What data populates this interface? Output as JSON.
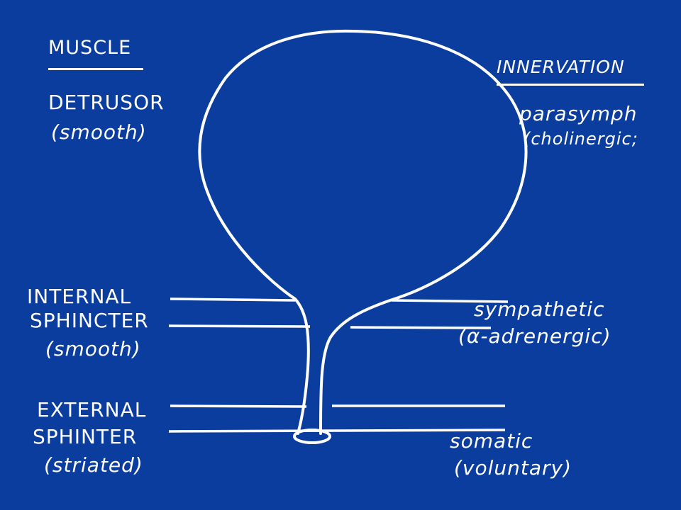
{
  "left_column": {
    "header": "MUSCLE",
    "detrusor": {
      "name": "DETRUSOR",
      "type": "(smooth)"
    },
    "internal": {
      "line1": "INTERNAL",
      "line2": "SPHINCTER",
      "type": "(smooth)"
    },
    "external": {
      "line1": "EXTERNAL",
      "line2": "SPHINTER",
      "type": "(striated)"
    }
  },
  "right_column": {
    "header": "INNERVATION",
    "detrusor": {
      "line1": "parasymph",
      "line2": "(cholinergic;"
    },
    "internal": {
      "line1": "sympathetic",
      "line2": "(α-adrenergic)"
    },
    "external": {
      "line1": "somatic",
      "line2": "(voluntary)"
    }
  },
  "colors": {
    "background": "#0a3d9e",
    "ink": "#ffffff"
  }
}
